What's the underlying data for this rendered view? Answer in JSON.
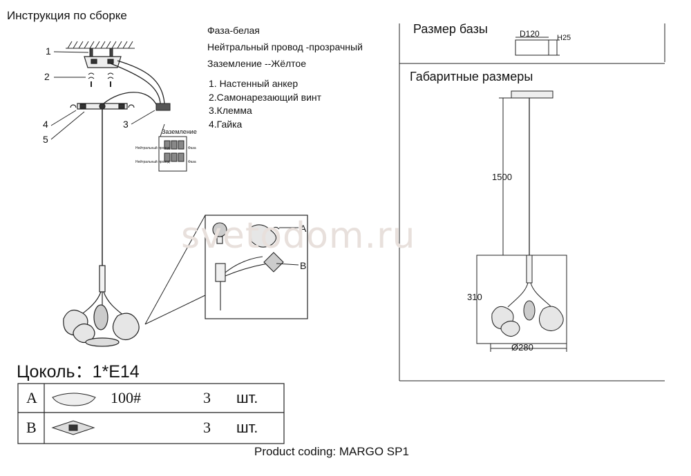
{
  "header": {
    "title": "Инструкция по сборке"
  },
  "wiring_legend": [
    "Фаза-белая",
    "Нейтральный провод -прозрачный",
    "Заземление --Жёлтое"
  ],
  "parts_list": [
    "1. Настенный анкер",
    "2.Самонарезающий винт",
    "3.Клемма",
    "4.Гайка"
  ],
  "callouts": [
    "1",
    "2",
    "3",
    "4",
    "5"
  ],
  "terminal_block": {
    "ground_label": "Заземление",
    "neutral_label": "Нейтральный провод",
    "phase_label": "Фаза"
  },
  "detail": {
    "label_a": "A",
    "label_b": "B"
  },
  "watermark": "svetodom.ru",
  "base_size": {
    "title": "Размер базы",
    "diameter": "D120",
    "height": "H25"
  },
  "overall_size": {
    "title": "Габаритные размеры",
    "cable_length": "1500",
    "height": "310",
    "diameter": "Ø280"
  },
  "socket": {
    "label": "Цоколь：",
    "value": "1*E14"
  },
  "parts_table": [
    {
      "letter": "A",
      "code": "100#",
      "qty": "3",
      "unit": "шт."
    },
    {
      "letter": "B",
      "code": "",
      "qty": "3",
      "unit": "шт."
    }
  ],
  "product_coding": "Product coding: MARGO SP1"
}
